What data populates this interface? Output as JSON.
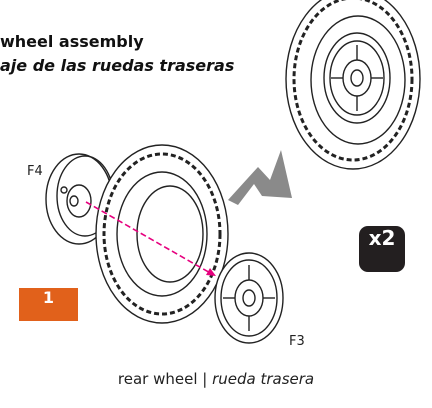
{
  "header": {
    "title_en": "wheel assembly",
    "title_es": "aje de las ruedas traseras"
  },
  "parts": {
    "hub_cap_label": "F4",
    "rim_label": "F3"
  },
  "step_number": "1",
  "quantity": "x2",
  "caption": {
    "en": "rear wheel",
    "separator": " | ",
    "es": "rueda trasera"
  },
  "colors": {
    "step_badge": "#e1611b",
    "quantity_badge": "#231f20",
    "arrow_gray": "#8a8a8a",
    "assembly_line": "#e6007e"
  }
}
